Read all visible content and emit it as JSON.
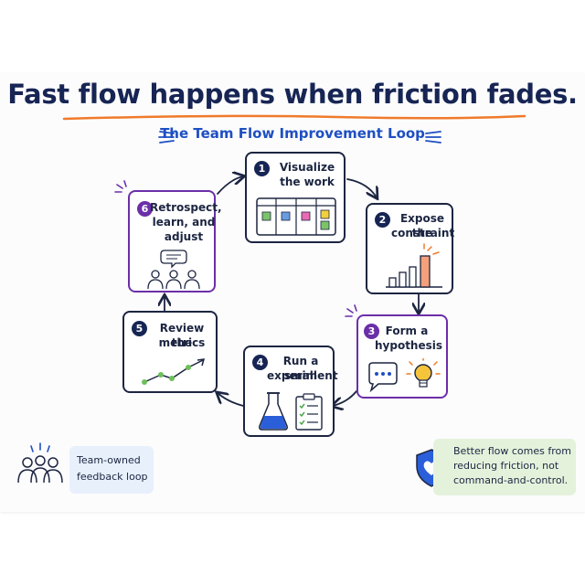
{
  "header": {
    "title": "Fast flow happens when friction fades.",
    "subtitle": "The Team Flow Improvement Loop"
  },
  "steps": [
    {
      "number": "1",
      "label_line1": "Visualize",
      "label_line2": "the work",
      "label_line3": ""
    },
    {
      "number": "2",
      "label_line1": "Expose the",
      "label_line2": "constraint",
      "label_line3": ""
    },
    {
      "number": "3",
      "label_line1": "Form a",
      "label_line2": "hypothesis",
      "label_line3": ""
    },
    {
      "number": "4",
      "label_line1": "Run a small",
      "label_line2": "experiment",
      "label_line3": ""
    },
    {
      "number": "5",
      "label_line1": "Review the",
      "label_line2": "metrics",
      "label_line3": ""
    },
    {
      "number": "6",
      "label_line1": "Retrospect,",
      "label_line2": "learn, and",
      "label_line3": "adjust"
    }
  ],
  "footer": {
    "team_badge_line1": "Team-owned",
    "team_badge_line2": "feedback loop",
    "note_line1": "Better flow comes from",
    "note_line2": "reducing friction, not",
    "note_line3": "command-and-control."
  },
  "colors": {
    "navy": "#172554",
    "accent_blue": "#1e4fc2",
    "purple": "#6b2fa8",
    "orange": "#f07a2a",
    "note_green": "#e4f2dc",
    "badge_blue": "#e7f0fb"
  },
  "icons": [
    "kanban-board-icon",
    "bar-chart-icon",
    "speech-bubble-icon",
    "lightbulb-icon",
    "flask-icon",
    "checklist-icon",
    "trend-line-icon",
    "team-discussion-icon",
    "team-icon",
    "shield-heart-icon"
  ]
}
